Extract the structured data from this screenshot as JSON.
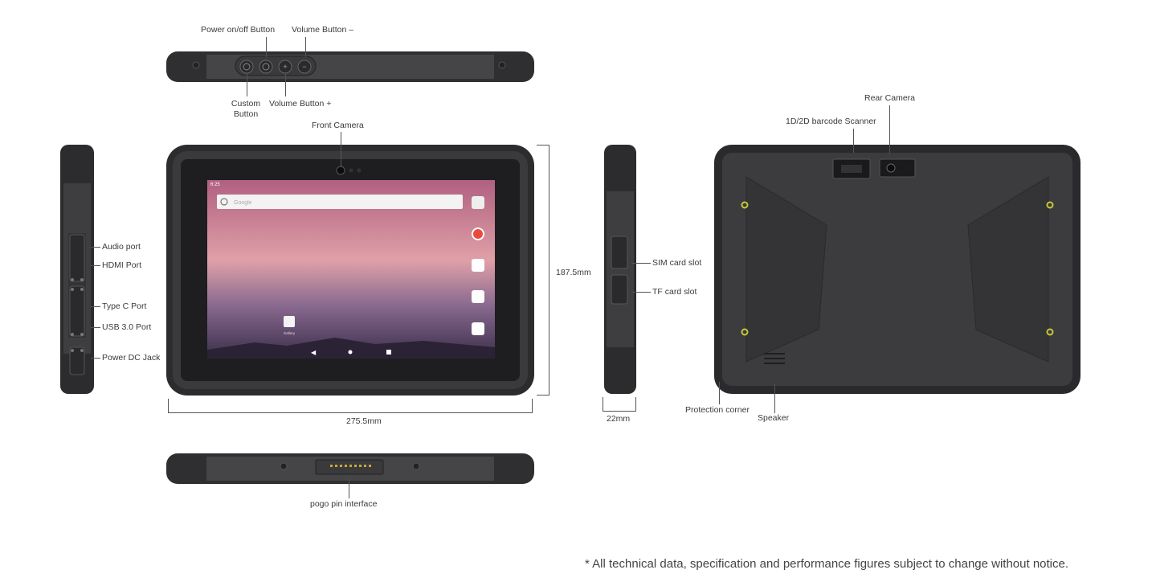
{
  "top_view": {
    "power_button": "Power on/off Button",
    "volume_minus": "Volume Button –",
    "custom_button": "Custom\nButton",
    "custom_button_l1": "Custom",
    "custom_button_l2": "Button",
    "volume_plus": "Volume Button +"
  },
  "front_view": {
    "front_camera": "Front Camera",
    "height": "187.5mm",
    "width": "275.5mm",
    "screen": {
      "status_time": "6:25",
      "search_placeholder": "Google",
      "app_label": "Gallery"
    }
  },
  "left_side": {
    "audio_port": "Audio port",
    "hdmi_port": "HDMI Port",
    "type_c_port": "Type C Port",
    "usb_port": "USB 3.0 Port",
    "dc_jack": "Power DC Jack"
  },
  "right_side": {
    "sim_slot": "SIM card slot",
    "tf_slot": "TF card slot",
    "thickness": "22mm"
  },
  "rear_view": {
    "rear_camera": "Rear Camera",
    "barcode_scanner": "1D/2D barcode Scanner",
    "protection_corner": "Protection corner",
    "speaker": "Speaker"
  },
  "bottom_view": {
    "pogo_pin": "pogo pin interface"
  },
  "footnote": "* All technical data, specification and performance figures subject to change without notice.",
  "colors": {
    "body": "#3d3d3f",
    "bumper": "#2a2a2c",
    "screen_top": "#c46c85",
    "screen_mid": "#d88a9a",
    "screen_bottom": "#4a3a5c",
    "accent_yellow": "#c8c83a"
  }
}
